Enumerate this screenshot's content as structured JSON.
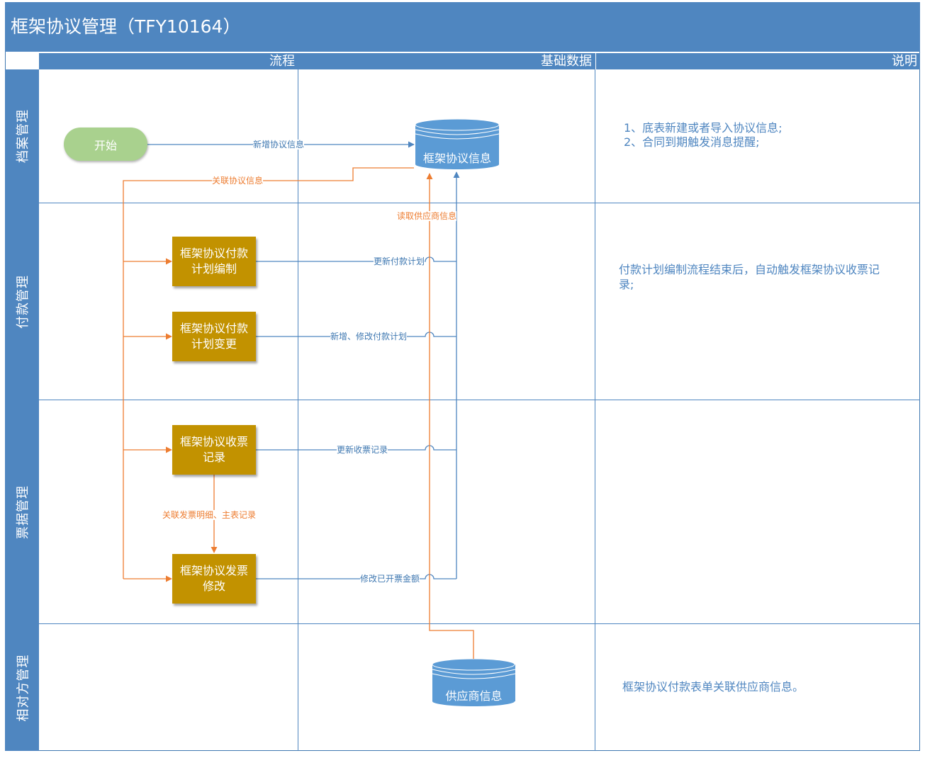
{
  "title": "框架协议管理（TFY10164）",
  "columns": {
    "flow": "流程",
    "base_data": "基础数据",
    "notes": "说明"
  },
  "lanes": {
    "archive": "档案管理",
    "payment": "付款管理",
    "invoice": "票据管理",
    "counterparty": "相对方管理"
  },
  "nodes": {
    "start": "开始",
    "agreement_db": "框架协议信息",
    "plan_edit": "框架协议付款\n计划编制",
    "plan_change": "框架协议付款\n计划变更",
    "invoice_record": "框架协议收票\n记录",
    "invoice_modify": "框架协议发票\n修改",
    "supplier_db": "供应商信息"
  },
  "edges": {
    "add_agreement": "新增协议信息",
    "link_agreement": "关联协议信息",
    "read_supplier": "读取供应商信息",
    "update_plan": "更新付款计划",
    "add_modify_plan": "新增、修改付款计划",
    "update_invoice": "更新收票记录",
    "link_invoice_detail": "关联发票明细、主表记录",
    "modify_invoiced_amount": "修改已开票金额"
  },
  "notes": {
    "archive_1": "1、底表新建或者导入协议信息;",
    "archive_2": "2、合同到期触发消息提醒;",
    "payment": "付款计划编制流程结束后，自动触发框架协议收票记录;",
    "counterparty": "框架协议付款表单关联供应商信息。"
  },
  "colors": {
    "header": "#4f86c0",
    "process": "#c29200",
    "start": "#a9d18e",
    "orange_edge": "#ed7d31",
    "blue_edge": "#4f86c0"
  }
}
